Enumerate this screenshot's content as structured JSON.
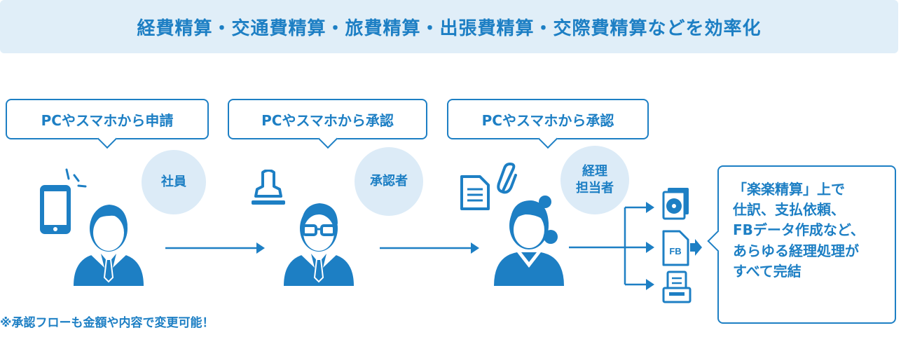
{
  "banner": {
    "text": "経費精算・交通費精算・旅費精算・出張費精算・交際費精算などを効率化"
  },
  "steps": [
    {
      "bubble": "PCやスマホから申請",
      "role": "社員"
    },
    {
      "bubble": "PCやスマホから承認",
      "role": "承認者"
    },
    {
      "bubble": "PCやスマホから承認",
      "role": "経理\n担当者"
    }
  ],
  "outputs": {
    "fb_label": "FB"
  },
  "result": {
    "lines": [
      "「楽楽精算」上で",
      "仕訳、支払依頼、",
      "FBデータ作成など、",
      "あらゆる経理処理が",
      "すべて完結"
    ]
  },
  "note": "※承認フローも金額や内容で変更可能！",
  "colors": {
    "accent": "#1d7fc4",
    "light": "#dcebf7",
    "banner_bg": "#e0eef8"
  }
}
